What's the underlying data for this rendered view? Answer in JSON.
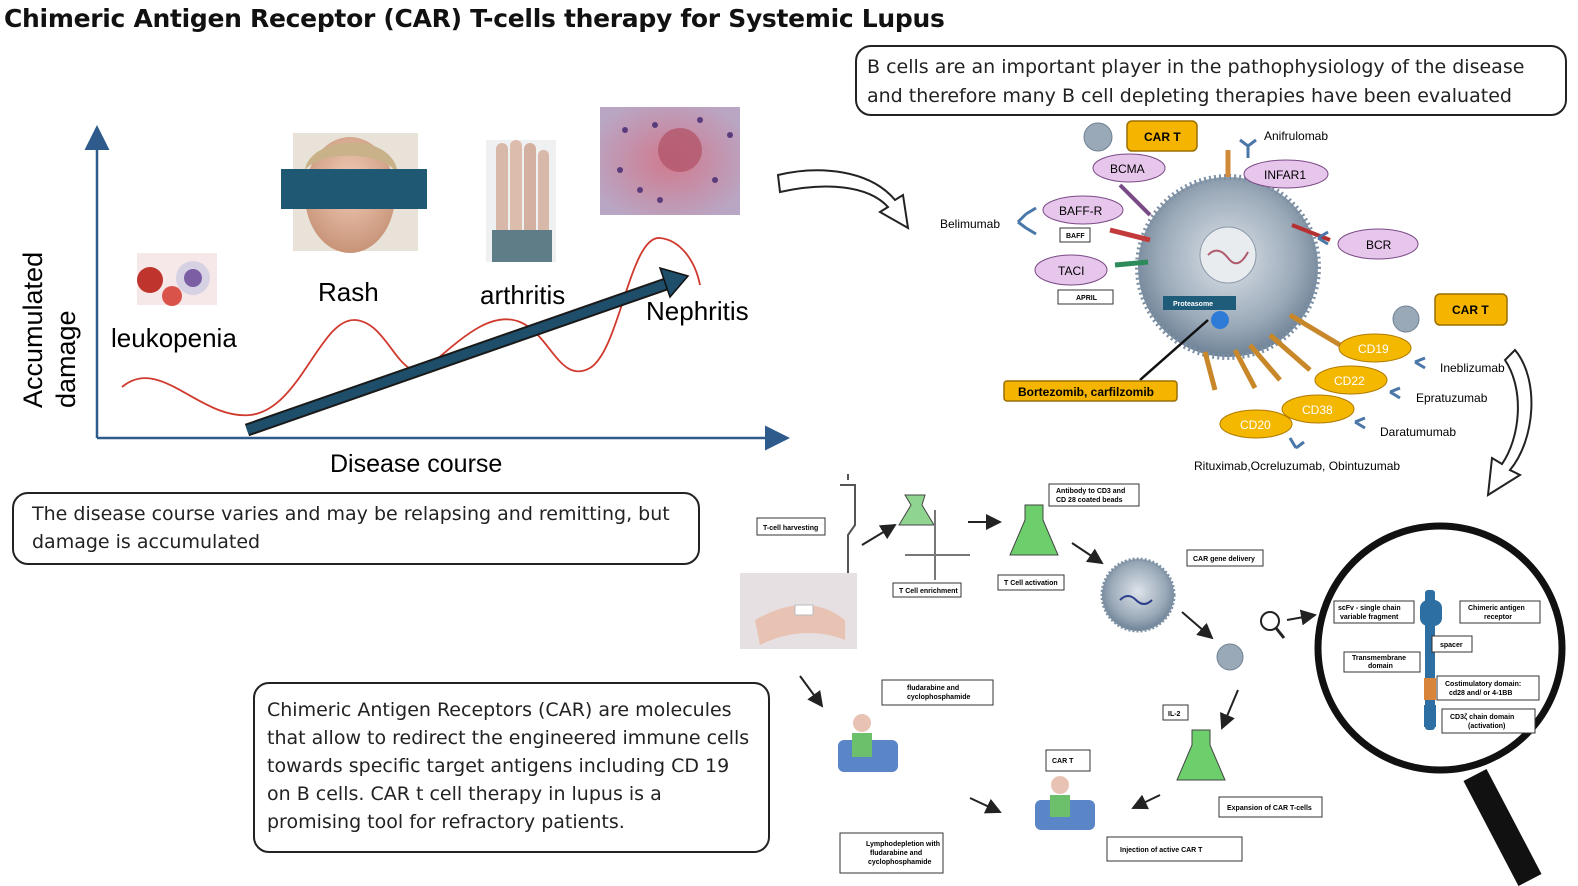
{
  "title": "Chimeric Antigen Receptor (CAR) T-cells therapy for Systemic Lupus",
  "callouts": {
    "bcells": "B cells are an important player in the pathophysiology of the disease and therefore many B cell depleting therapies have been evaluated",
    "course": "The disease course varies and may be relapsing and remitting, but damage is accumulated",
    "car": "Chimeric Antigen Receptors (CAR) are molecules that allow to redirect the engineered immune cells towards specific target antigens including CD 19 on B cells. CAR t cell therapy in lupus is a promising tool for refractory patients."
  },
  "graph": {
    "ylabel_line1": "Accumulated",
    "ylabel_line2": "damage",
    "xlabel": "Disease course",
    "manifestations": [
      "leukopenia",
      "Rash",
      "arthritis",
      "Nephritis"
    ]
  },
  "cell": {
    "car_t_top": "CAR T",
    "car_t_right": "CAR T",
    "bcma": "BCMA",
    "infar1": "INFAR1",
    "anifrolumab": "Anifrulomab",
    "baffr": "BAFF-R",
    "baff": "BAFF",
    "belimumab": "Belimumab",
    "taci": "TACI",
    "april": "APRIL",
    "bcr": "BCR",
    "proteasome": "Proteasome",
    "bortezomib": "Bortezomib, carfilzomib",
    "cd19": "CD19",
    "cd22": "CD22",
    "cd38": "CD38",
    "cd20": "CD20",
    "inebilizumab": "Ineblizumab",
    "epratuzumab": "Epratuzumab",
    "daratumumab": "Daratumumab",
    "rituximab": "Rituximab,Ocreluzumab, Obintuzumab"
  },
  "process": {
    "harvesting": "T-cell harvesting",
    "enrichment": "T Cell enrichment",
    "antibody_line1": "Antibody to CD3 and",
    "antibody_line2": "CD 28 coated beads",
    "activation": "T Cell activation",
    "gene_delivery": "CAR gene delivery",
    "il2": "IL-2",
    "expansion": "Expansion of CAR T-cells",
    "injection": "Injection of active CAR T",
    "car_t_bag": "CAR T",
    "fludarabine_line1": "fludarabine and",
    "fludarabine_line2": "cyclophosphamide",
    "lympho_line1": "Lymphodepletion with",
    "lympho_line2": "fludarabine and",
    "lympho_line3": "cyclophosphamide"
  },
  "receptor": {
    "scfv_line1": "scFv - single chain",
    "scfv_line2": "variable fragment",
    "car_line1": "Chimeric antigen",
    "car_line2": "receptor",
    "spacer": "spacer",
    "tm_line1": "Transmembrane",
    "tm_line2": "domain",
    "costim_line1": "Costimulatory domain:",
    "costim_line2": "cd28 and/ or 4-1BB",
    "cd3_line1": "CD3ζ chain domain",
    "cd3_line2": "(activation)"
  },
  "colors": {
    "axis": "#2e5b8c",
    "wave": "#d03a2e",
    "trend_arrow": "#1f4e6b",
    "drug_box": "#f5b400",
    "target_oval": "#e7c6ec",
    "cd_oval": "#f5b800"
  }
}
